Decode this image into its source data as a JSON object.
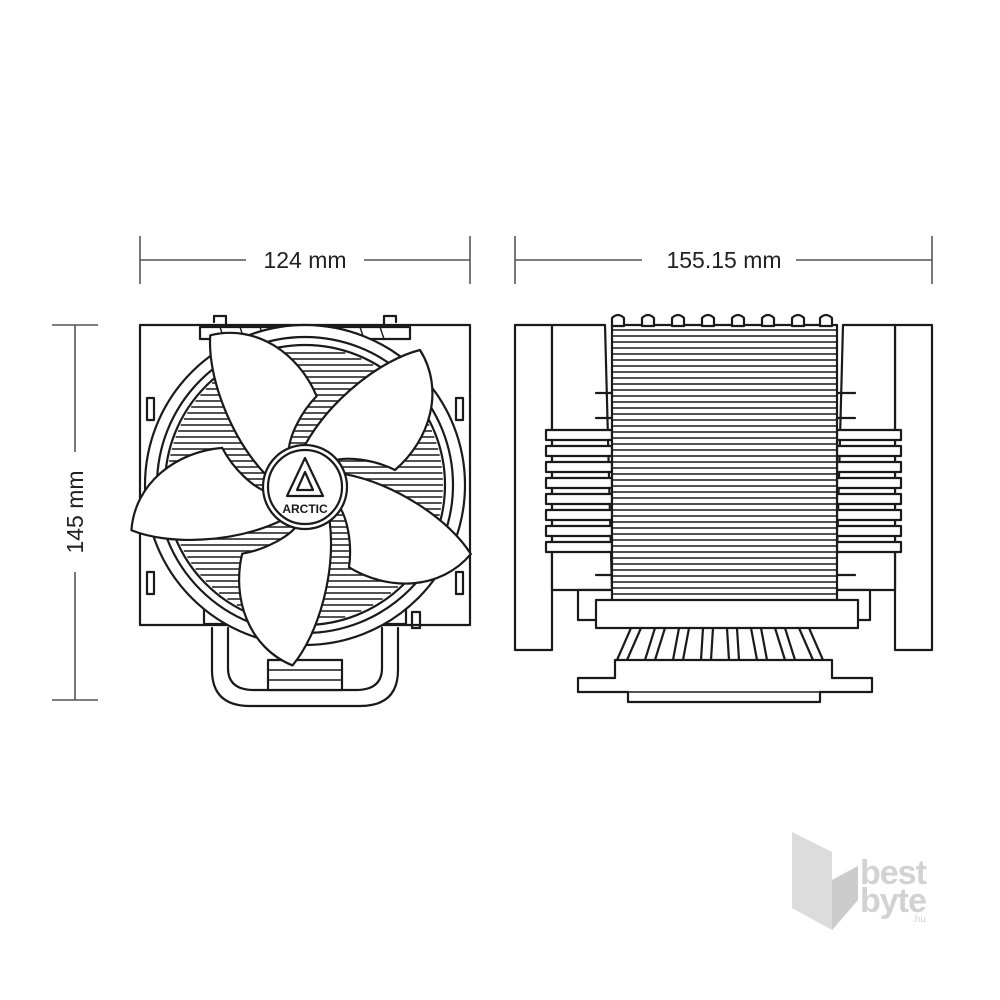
{
  "dimensions": {
    "width_front": "124 mm",
    "width_side": "155.15 mm",
    "height": "145 mm"
  },
  "fan_hub_brand": "ARCTIC",
  "watermark": {
    "line1": "best",
    "line2": "byte",
    "suffix": ".hu"
  },
  "colors": {
    "line": "#1a1a1a",
    "dimension": "#555555",
    "watermark": "#d2d2d2"
  }
}
